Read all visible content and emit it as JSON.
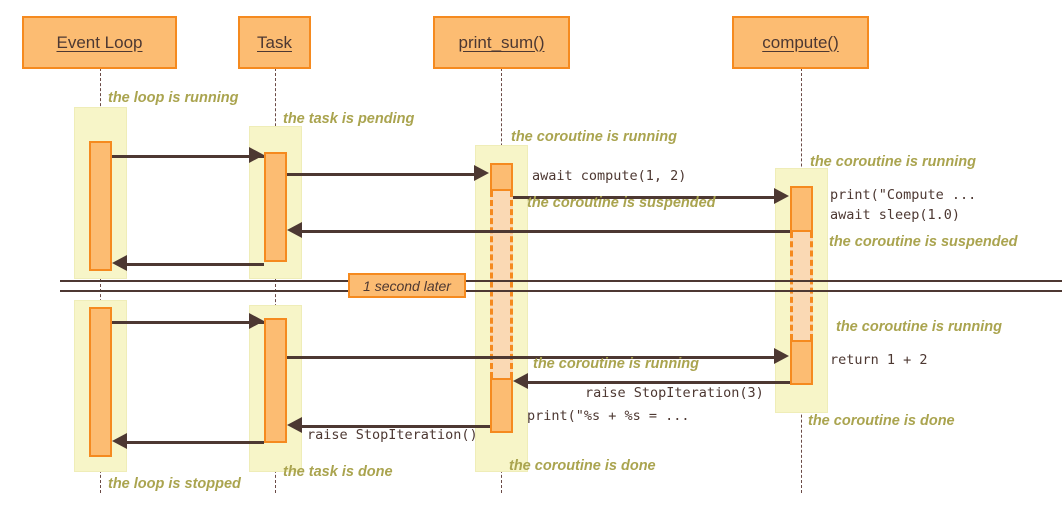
{
  "diagram": {
    "kind": "sequence-diagram",
    "colors": {
      "participant_fill": "#FCBC72",
      "participant_border": "#F58A1F",
      "activation_fill": "#FCBC72",
      "activation_border": "#F58A1F",
      "suspended_fill": "#FAD9B4",
      "group_fill": "#F7F5C8",
      "group_border": "#EFEDB8",
      "arrow": "#4D3832",
      "note_text": "#AAA44F",
      "message_text": "#4D3832",
      "background": "#FFFFFF"
    }
  },
  "participants": [
    {
      "id": "event-loop",
      "label": "Event Loop"
    },
    {
      "id": "task",
      "label": "Task"
    },
    {
      "id": "print-sum",
      "label": "print_sum()"
    },
    {
      "id": "compute",
      "label": "compute()"
    }
  ],
  "divider": {
    "label": "1 second later"
  },
  "messages": [
    {
      "id": "m1",
      "text": ""
    },
    {
      "id": "m2",
      "text": "await compute(1, 2)"
    },
    {
      "id": "m3",
      "text": "print(\"Compute ..."
    },
    {
      "id": "m4",
      "text": "await sleep(1.0)"
    },
    {
      "id": "m5",
      "text": "return 1 + 2"
    },
    {
      "id": "m6",
      "text": "raise StopIteration(3)"
    },
    {
      "id": "m7",
      "text": "print(\"%s + %s = ..."
    },
    {
      "id": "m8",
      "text": "raise StopIteration()"
    }
  ],
  "notes": [
    {
      "id": "n1",
      "text": "the loop is running"
    },
    {
      "id": "n2",
      "text": "the task is pending"
    },
    {
      "id": "n3",
      "text": "the coroutine is running"
    },
    {
      "id": "n4",
      "text": "the coroutine is running"
    },
    {
      "id": "n5",
      "text": "the coroutine is suspended"
    },
    {
      "id": "n6",
      "text": "the coroutine is suspended"
    },
    {
      "id": "n7",
      "text": "the coroutine is running"
    },
    {
      "id": "n8",
      "text": "the coroutine is running"
    },
    {
      "id": "n9",
      "text": "the coroutine is done"
    },
    {
      "id": "n10",
      "text": "the coroutine is done"
    },
    {
      "id": "n11",
      "text": "the task is done"
    },
    {
      "id": "n12",
      "text": "the loop is stopped"
    }
  ]
}
